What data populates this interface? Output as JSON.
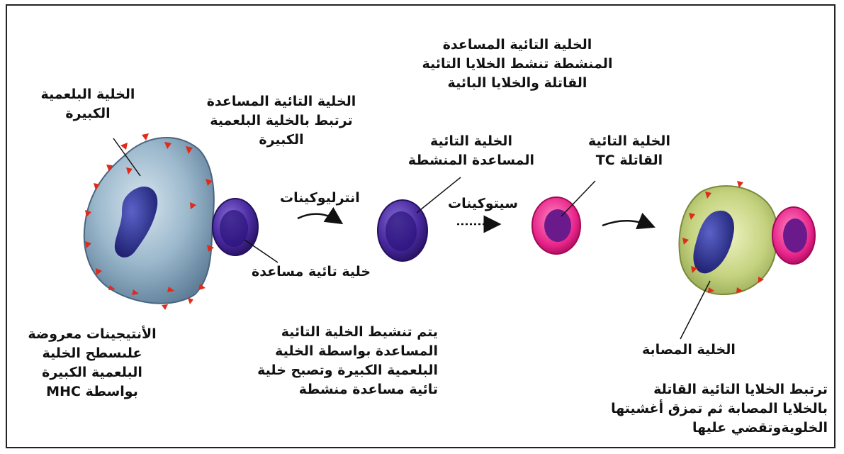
{
  "labels": {
    "macrophage": [
      "الخلية البلعمية",
      "الكبيرة"
    ],
    "helper_binds": [
      "الخلية التائية المساعدة",
      "ترتبط بالخلية البلعمية",
      "الكبيرة"
    ],
    "activated_helper_activates": [
      "الخلية التائية المساعدة",
      "المنشطة تنشط الخلايا التائية",
      "القاتلة والخلايا البائية"
    ],
    "activated_helper": [
      "الخلية التائية",
      "المساعدة المنشطة"
    ],
    "killer_tc": [
      "الخلية التائية",
      "القاتلة TC"
    ],
    "helper_cell": "خلية تائية مساعدة",
    "interleukins": "انترليوكينات",
    "cytokines": "سيتوكينات",
    "antigens": [
      "الأنتيجينات معروضة",
      "علىسطح الخلية",
      "البلعمية الكبيرة",
      "بواسطة MHC"
    ],
    "activation_desc": [
      "يتم تنشيط الخلية التائية",
      "المساعدة بواسطة الخلية",
      "البلعمية الكبيرة وتصبح خلية",
      "تائية مساعدة منشطة"
    ],
    "infected_cell": "الخلية المصابة",
    "killer_desc": [
      "ترتبط الخلايا التائية القاتلة",
      "بالخلايا المصابة ثم تمزق أغشيتها",
      "الخلويةوتقضي عليها"
    ]
  },
  "colors": {
    "macrophage_body": "#8fb0c4",
    "nucleus_blue": "#2a2f8a",
    "helper_purple": "#3b1f8f",
    "killer_pink": "#e0157a",
    "infected_body": "#c9d68a",
    "antigen_red": "#e02a1a"
  }
}
